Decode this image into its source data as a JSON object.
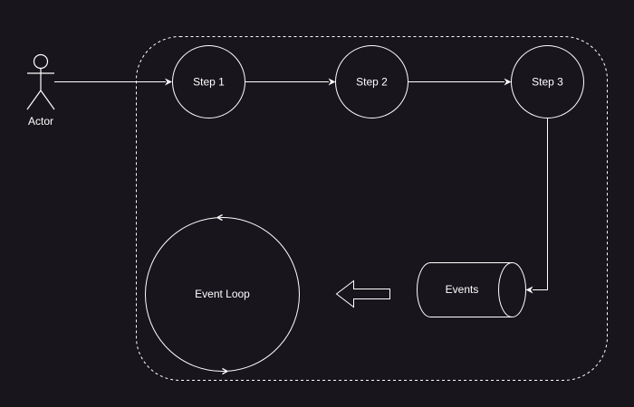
{
  "actor": {
    "label": "Actor"
  },
  "steps": [
    {
      "label": "Step 1"
    },
    {
      "label": "Step 2"
    },
    {
      "label": "Step 3"
    }
  ],
  "events": {
    "label": "Events"
  },
  "event_loop": {
    "label": "Event Loop"
  },
  "colors": {
    "background": "#18161c",
    "stroke": "#ffffff"
  }
}
